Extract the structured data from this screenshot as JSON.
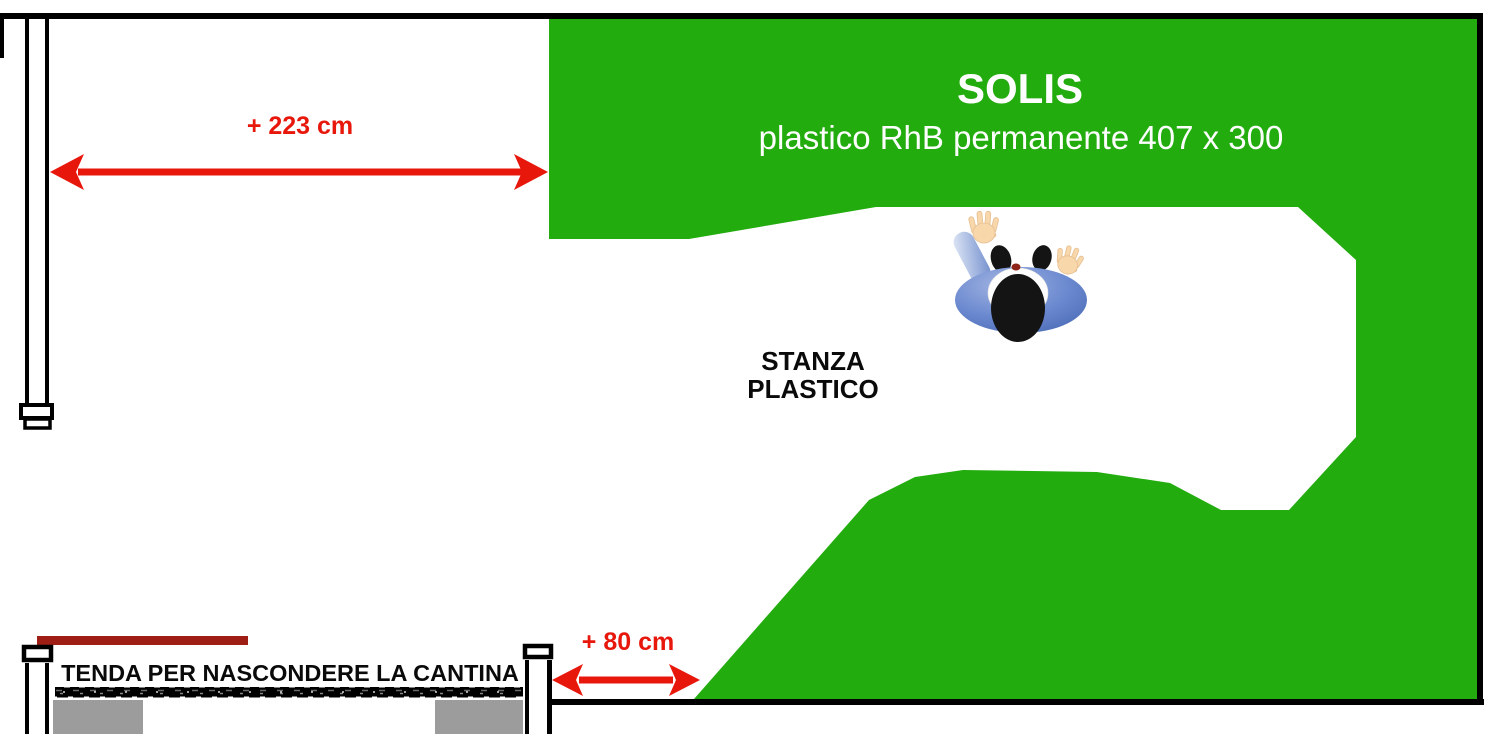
{
  "diagram": {
    "layout": {
      "title": "SOLIS",
      "subtitle": "plastico RhB permanente 407 x 300"
    },
    "room": {
      "label_line1": "STANZA",
      "label_line2": "PLASTICO"
    },
    "measurements": {
      "left_gap_label": "+ 223 cm",
      "bottom_gap_label": "+ 80 cm"
    },
    "curtain": {
      "label": "TENDA PER NASCONDERE LA CANTINA"
    },
    "colors": {
      "layout_green": "#22ac0e",
      "dimension_red": "#e8170c",
      "curtain_bar": "#9e1d15",
      "pillar_gray": "#9c9c9c",
      "wall": "#000000",
      "title_text": "#ffffff",
      "room_text": "#0a0a0a",
      "person_shirt": "#6c8ad0",
      "person_skin": "#f8d7ab",
      "person_hair": "#141414"
    }
  }
}
